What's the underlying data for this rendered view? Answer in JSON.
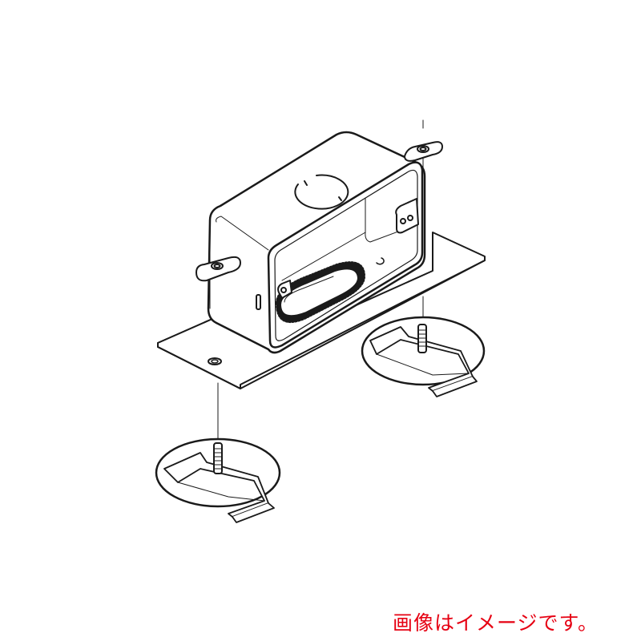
{
  "illustration": {
    "subject": "switch box with mounting plate, wing nuts and ceiling clips (exploded view)",
    "line_color": "#1a1a1a",
    "background": "#ffffff",
    "parts": [
      "box-body",
      "mounting-plate",
      "knockout-hole",
      "cable-grommet",
      "mounting-tab",
      "wing-nut-left",
      "wing-nut-right",
      "clip-left",
      "clip-right",
      "guide-line-left",
      "guide-line-right"
    ]
  },
  "caption": {
    "text": "画像はイメージです。",
    "color": "#e60012"
  }
}
